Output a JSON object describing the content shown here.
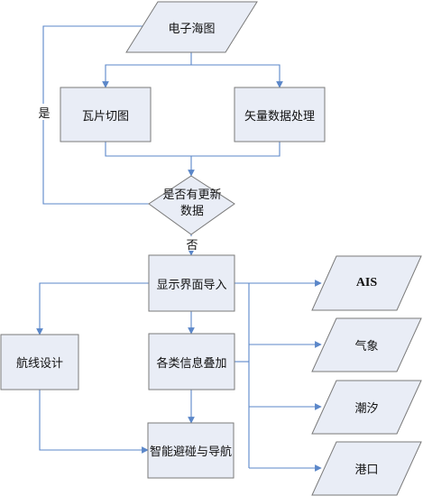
{
  "colors": {
    "fill": "#e9edf6",
    "stroke": "#7a7a7a",
    "arrow": "#5b87c9"
  },
  "nodes": {
    "chart": "电子海图",
    "tile": "瓦片切图",
    "vector": "矢量数据处理",
    "decision": "是否有更新数据",
    "display": "显示界面导入",
    "route": "航线设计",
    "overlay": "各类信息叠加",
    "avoid": "智能避碰与导航",
    "ais": "AIS",
    "weather": "气象",
    "tide": "潮汐",
    "port": "港口"
  },
  "edge_labels": {
    "yes": "是",
    "no": "否"
  }
}
